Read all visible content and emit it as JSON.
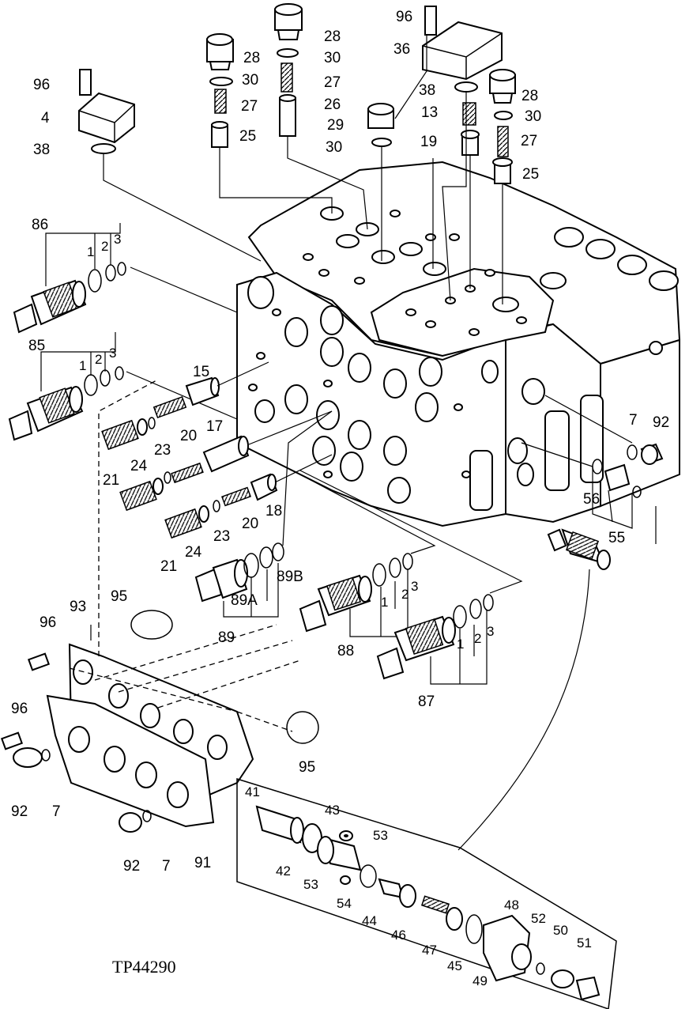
{
  "drawing": {
    "reference": "TP44290",
    "callouts": [
      {
        "id": "c1",
        "text": "96"
      },
      {
        "id": "c2",
        "text": "4"
      },
      {
        "id": "c3",
        "text": "38"
      },
      {
        "id": "c4",
        "text": "28"
      },
      {
        "id": "c5",
        "text": "30"
      },
      {
        "id": "c6",
        "text": "27"
      },
      {
        "id": "c7",
        "text": "25"
      },
      {
        "id": "c8",
        "text": "28"
      },
      {
        "id": "c9",
        "text": "30"
      },
      {
        "id": "c10",
        "text": "27"
      },
      {
        "id": "c11",
        "text": "26"
      },
      {
        "id": "c12",
        "text": "29"
      },
      {
        "id": "c13",
        "text": "30"
      },
      {
        "id": "c14",
        "text": "96"
      },
      {
        "id": "c15",
        "text": "36"
      },
      {
        "id": "c16",
        "text": "38"
      },
      {
        "id": "c17",
        "text": "13"
      },
      {
        "id": "c18",
        "text": "19"
      },
      {
        "id": "c19",
        "text": "28"
      },
      {
        "id": "c20",
        "text": "30"
      },
      {
        "id": "c21",
        "text": "27"
      },
      {
        "id": "c22",
        "text": "25"
      },
      {
        "id": "c23",
        "text": "86"
      },
      {
        "id": "c24",
        "text": "1"
      },
      {
        "id": "c25",
        "text": "2"
      },
      {
        "id": "c26",
        "text": "3"
      },
      {
        "id": "c27",
        "text": "85"
      },
      {
        "id": "c28",
        "text": "1"
      },
      {
        "id": "c29",
        "text": "2"
      },
      {
        "id": "c30",
        "text": "3"
      },
      {
        "id": "c31",
        "text": "15"
      },
      {
        "id": "c32",
        "text": "20"
      },
      {
        "id": "c33",
        "text": "17"
      },
      {
        "id": "c34",
        "text": "23"
      },
      {
        "id": "c35",
        "text": "24"
      },
      {
        "id": "c36",
        "text": "21"
      },
      {
        "id": "c37",
        "text": "18"
      },
      {
        "id": "c38",
        "text": "20"
      },
      {
        "id": "c39",
        "text": "23"
      },
      {
        "id": "c40",
        "text": "24"
      },
      {
        "id": "c41",
        "text": "21"
      },
      {
        "id": "c42",
        "text": "89B"
      },
      {
        "id": "c43",
        "text": "89A"
      },
      {
        "id": "c44",
        "text": "89"
      },
      {
        "id": "c45",
        "text": "1"
      },
      {
        "id": "c46",
        "text": "2"
      },
      {
        "id": "c47",
        "text": "3"
      },
      {
        "id": "c48",
        "text": "88"
      },
      {
        "id": "c49",
        "text": "1"
      },
      {
        "id": "c50",
        "text": "2"
      },
      {
        "id": "c51",
        "text": "3"
      },
      {
        "id": "c52",
        "text": "87"
      },
      {
        "id": "c53",
        "text": "7"
      },
      {
        "id": "c54",
        "text": "92"
      },
      {
        "id": "c55",
        "text": "56"
      },
      {
        "id": "c56",
        "text": "55"
      },
      {
        "id": "c57",
        "text": "95"
      },
      {
        "id": "c58",
        "text": "93"
      },
      {
        "id": "c59",
        "text": "96"
      },
      {
        "id": "c60",
        "text": "96"
      },
      {
        "id": "c61",
        "text": "92"
      },
      {
        "id": "c62",
        "text": "7"
      },
      {
        "id": "c63",
        "text": "95"
      },
      {
        "id": "c64",
        "text": "92"
      },
      {
        "id": "c65",
        "text": "7"
      },
      {
        "id": "c66",
        "text": "91"
      },
      {
        "id": "c67",
        "text": "41"
      },
      {
        "id": "c68",
        "text": "43"
      },
      {
        "id": "c69",
        "text": "53"
      },
      {
        "id": "c70",
        "text": "42"
      },
      {
        "id": "c71",
        "text": "53"
      },
      {
        "id": "c72",
        "text": "54"
      },
      {
        "id": "c73",
        "text": "44"
      },
      {
        "id": "c74",
        "text": "46"
      },
      {
        "id": "c75",
        "text": "47"
      },
      {
        "id": "c76",
        "text": "45"
      },
      {
        "id": "c77",
        "text": "48"
      },
      {
        "id": "c78",
        "text": "49"
      },
      {
        "id": "c79",
        "text": "52"
      },
      {
        "id": "c80",
        "text": "50"
      },
      {
        "id": "c81",
        "text": "51"
      }
    ]
  }
}
